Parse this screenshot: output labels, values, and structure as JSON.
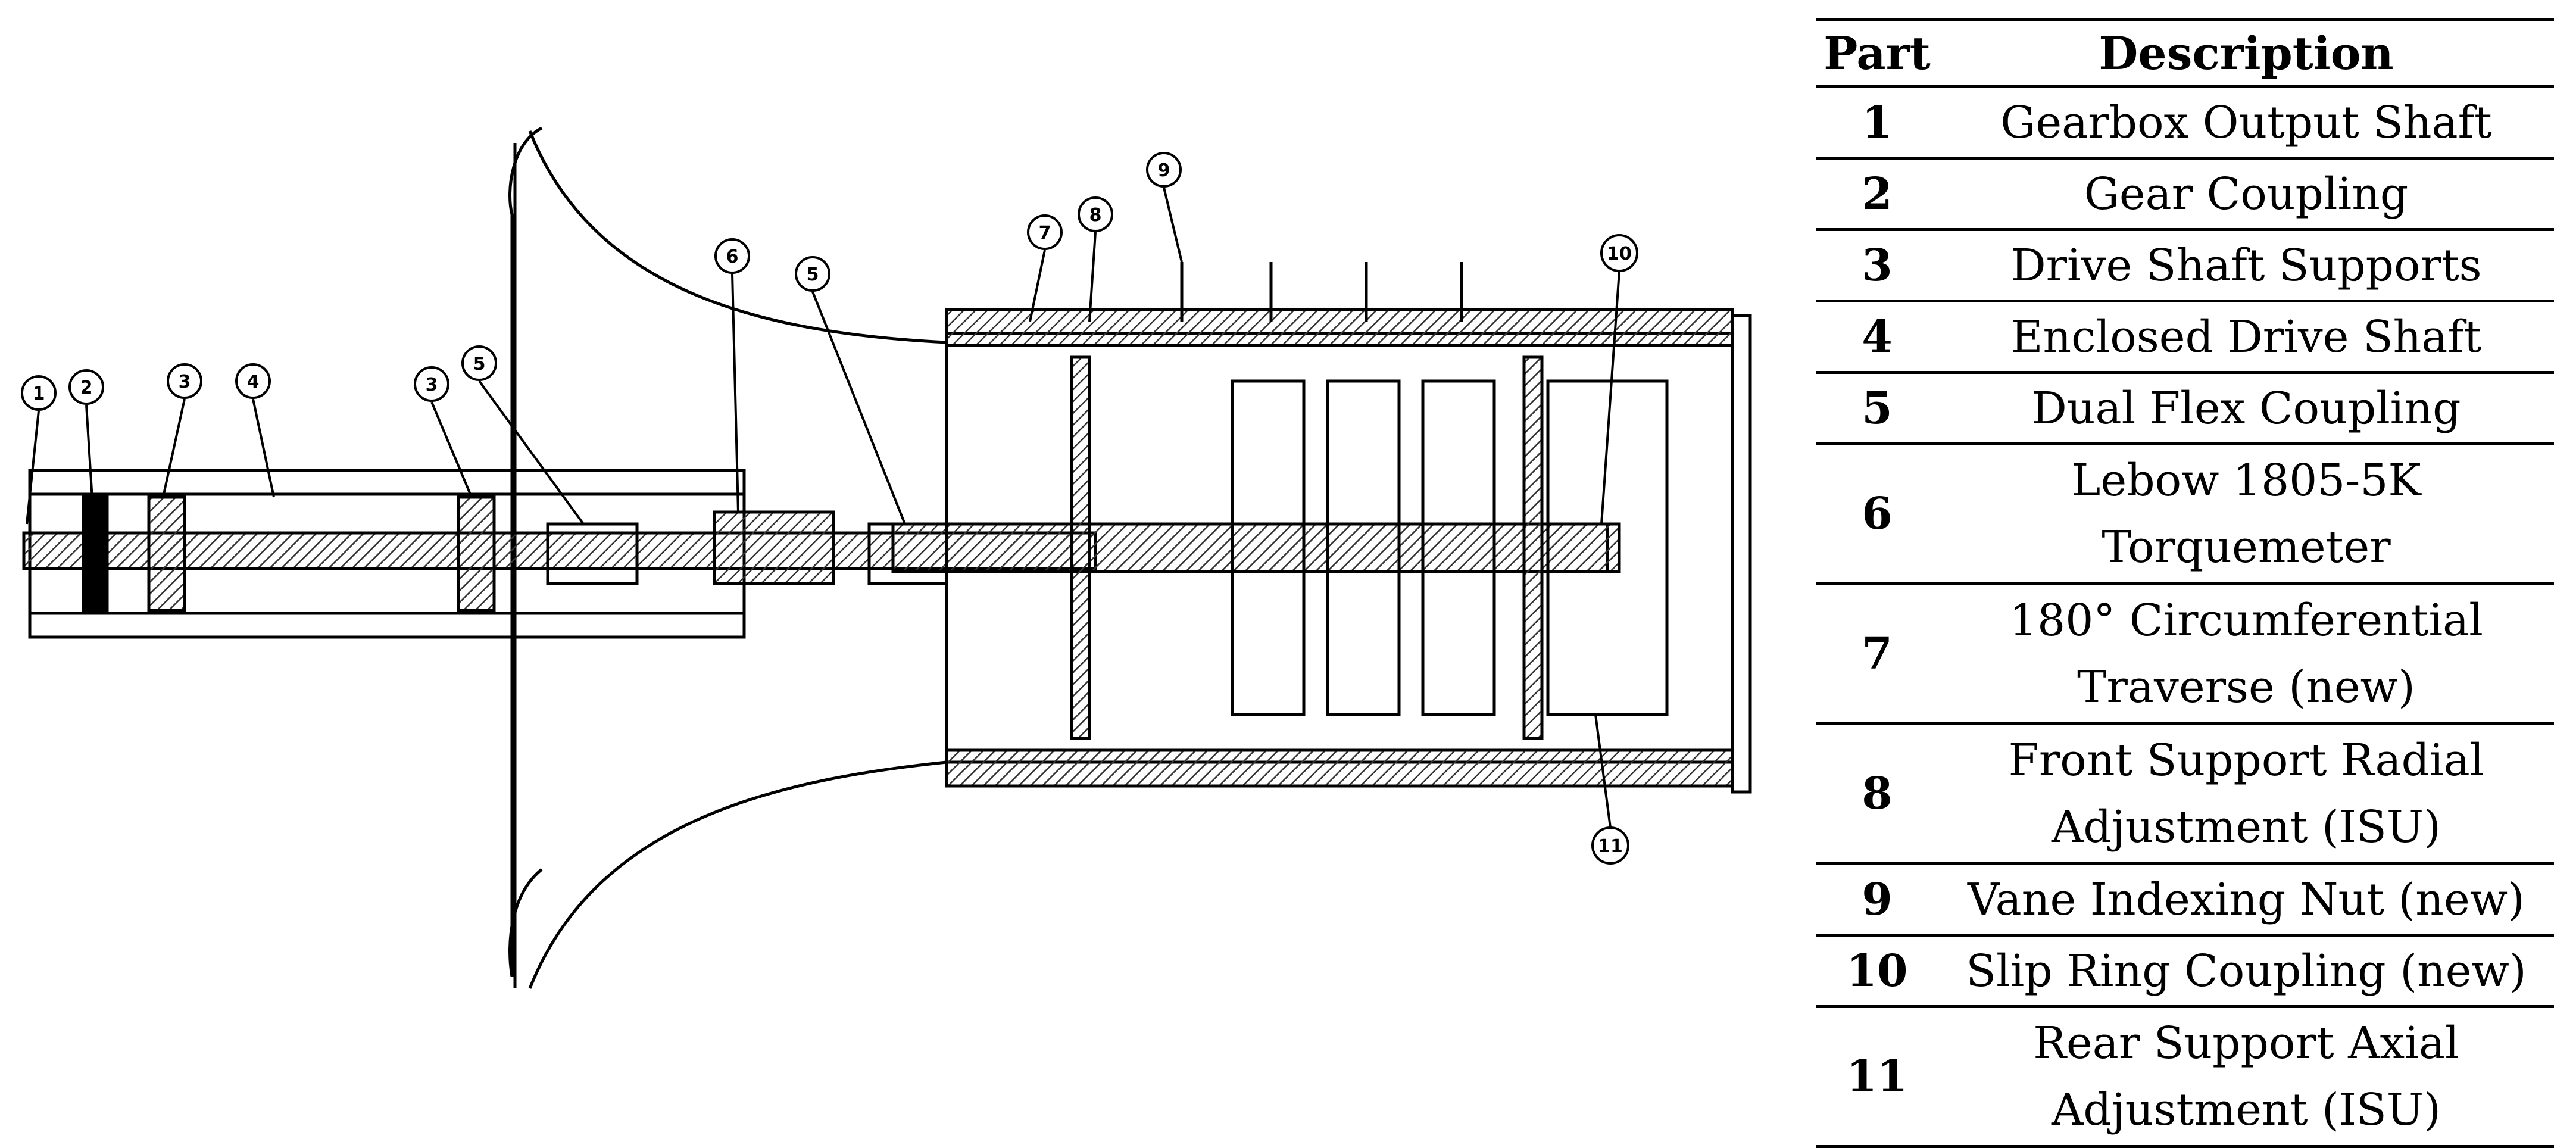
{
  "table": {
    "headers": {
      "part": "Part",
      "description": "Description"
    },
    "rows": [
      {
        "part": "1",
        "line1": "Gearbox Output Shaft",
        "line2": ""
      },
      {
        "part": "2",
        "line1": "Gear Coupling",
        "line2": ""
      },
      {
        "part": "3",
        "line1": "Drive Shaft Supports",
        "line2": ""
      },
      {
        "part": "4",
        "line1": "Enclosed Drive Shaft",
        "line2": ""
      },
      {
        "part": "5",
        "line1": "Dual Flex Coupling",
        "line2": ""
      },
      {
        "part": "6",
        "line1": "Lebow 1805-5K",
        "line2": "Torquemeter"
      },
      {
        "part": "7",
        "line1": "180° Circumferential",
        "line2": "Traverse (new)"
      },
      {
        "part": "8",
        "line1": "Front Support Radial",
        "line2": "Adjustment (ISU)"
      },
      {
        "part": "9",
        "line1": "Vane Indexing Nut (new)",
        "line2": ""
      },
      {
        "part": "10",
        "line1": "Slip Ring Coupling (new)",
        "line2": ""
      },
      {
        "part": "11",
        "line1": "Rear Support Axial",
        "line2": "Adjustment (ISU)"
      }
    ]
  },
  "callouts": [
    "1",
    "2",
    "3",
    "4",
    "3",
    "5",
    "6",
    "5",
    "7",
    "8",
    "9",
    "10",
    "11"
  ],
  "colors": {
    "ink": "#000000",
    "background": "#ffffff",
    "hatch": "#555555"
  }
}
